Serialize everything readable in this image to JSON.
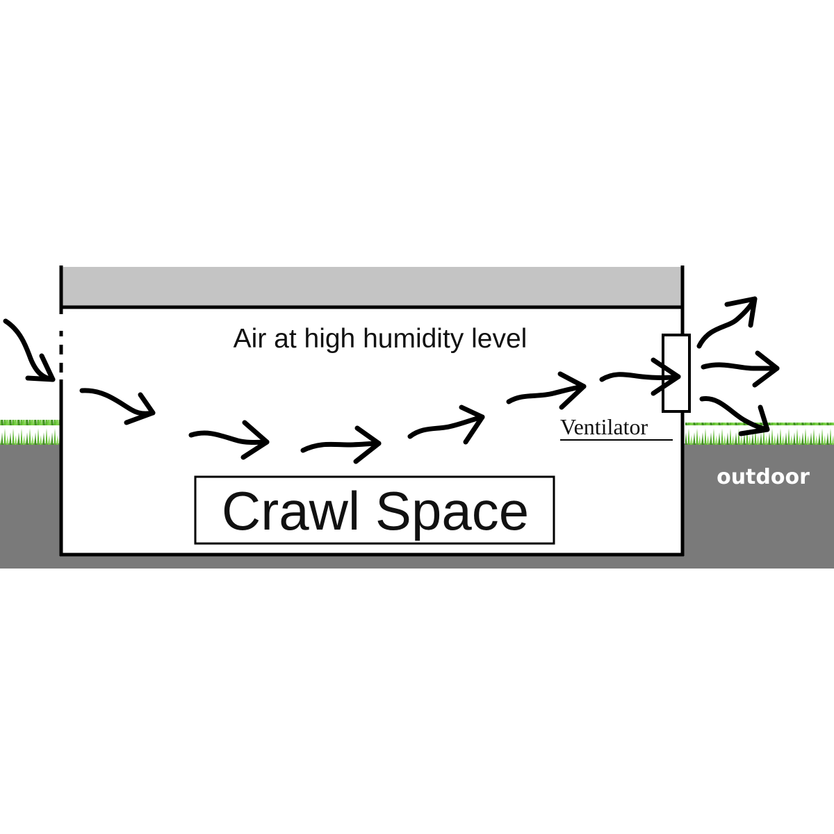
{
  "labels": {
    "humidity": "Air at high humidity level",
    "crawl_space": "Crawl Space",
    "ventilator": "Ventilator",
    "outdoor": "outdoor"
  },
  "colors": {
    "ground": "#7a7a7a",
    "grass": "#5cb82e",
    "grass_dark": "#3f8f1f",
    "floor_slab": "#c4c4c4",
    "outline": "#000000",
    "background": "#ffffff"
  },
  "icons": {
    "airflow": "curved-arrow-icon",
    "ventilator": "vent-box-icon",
    "grass": "grass-icon"
  }
}
